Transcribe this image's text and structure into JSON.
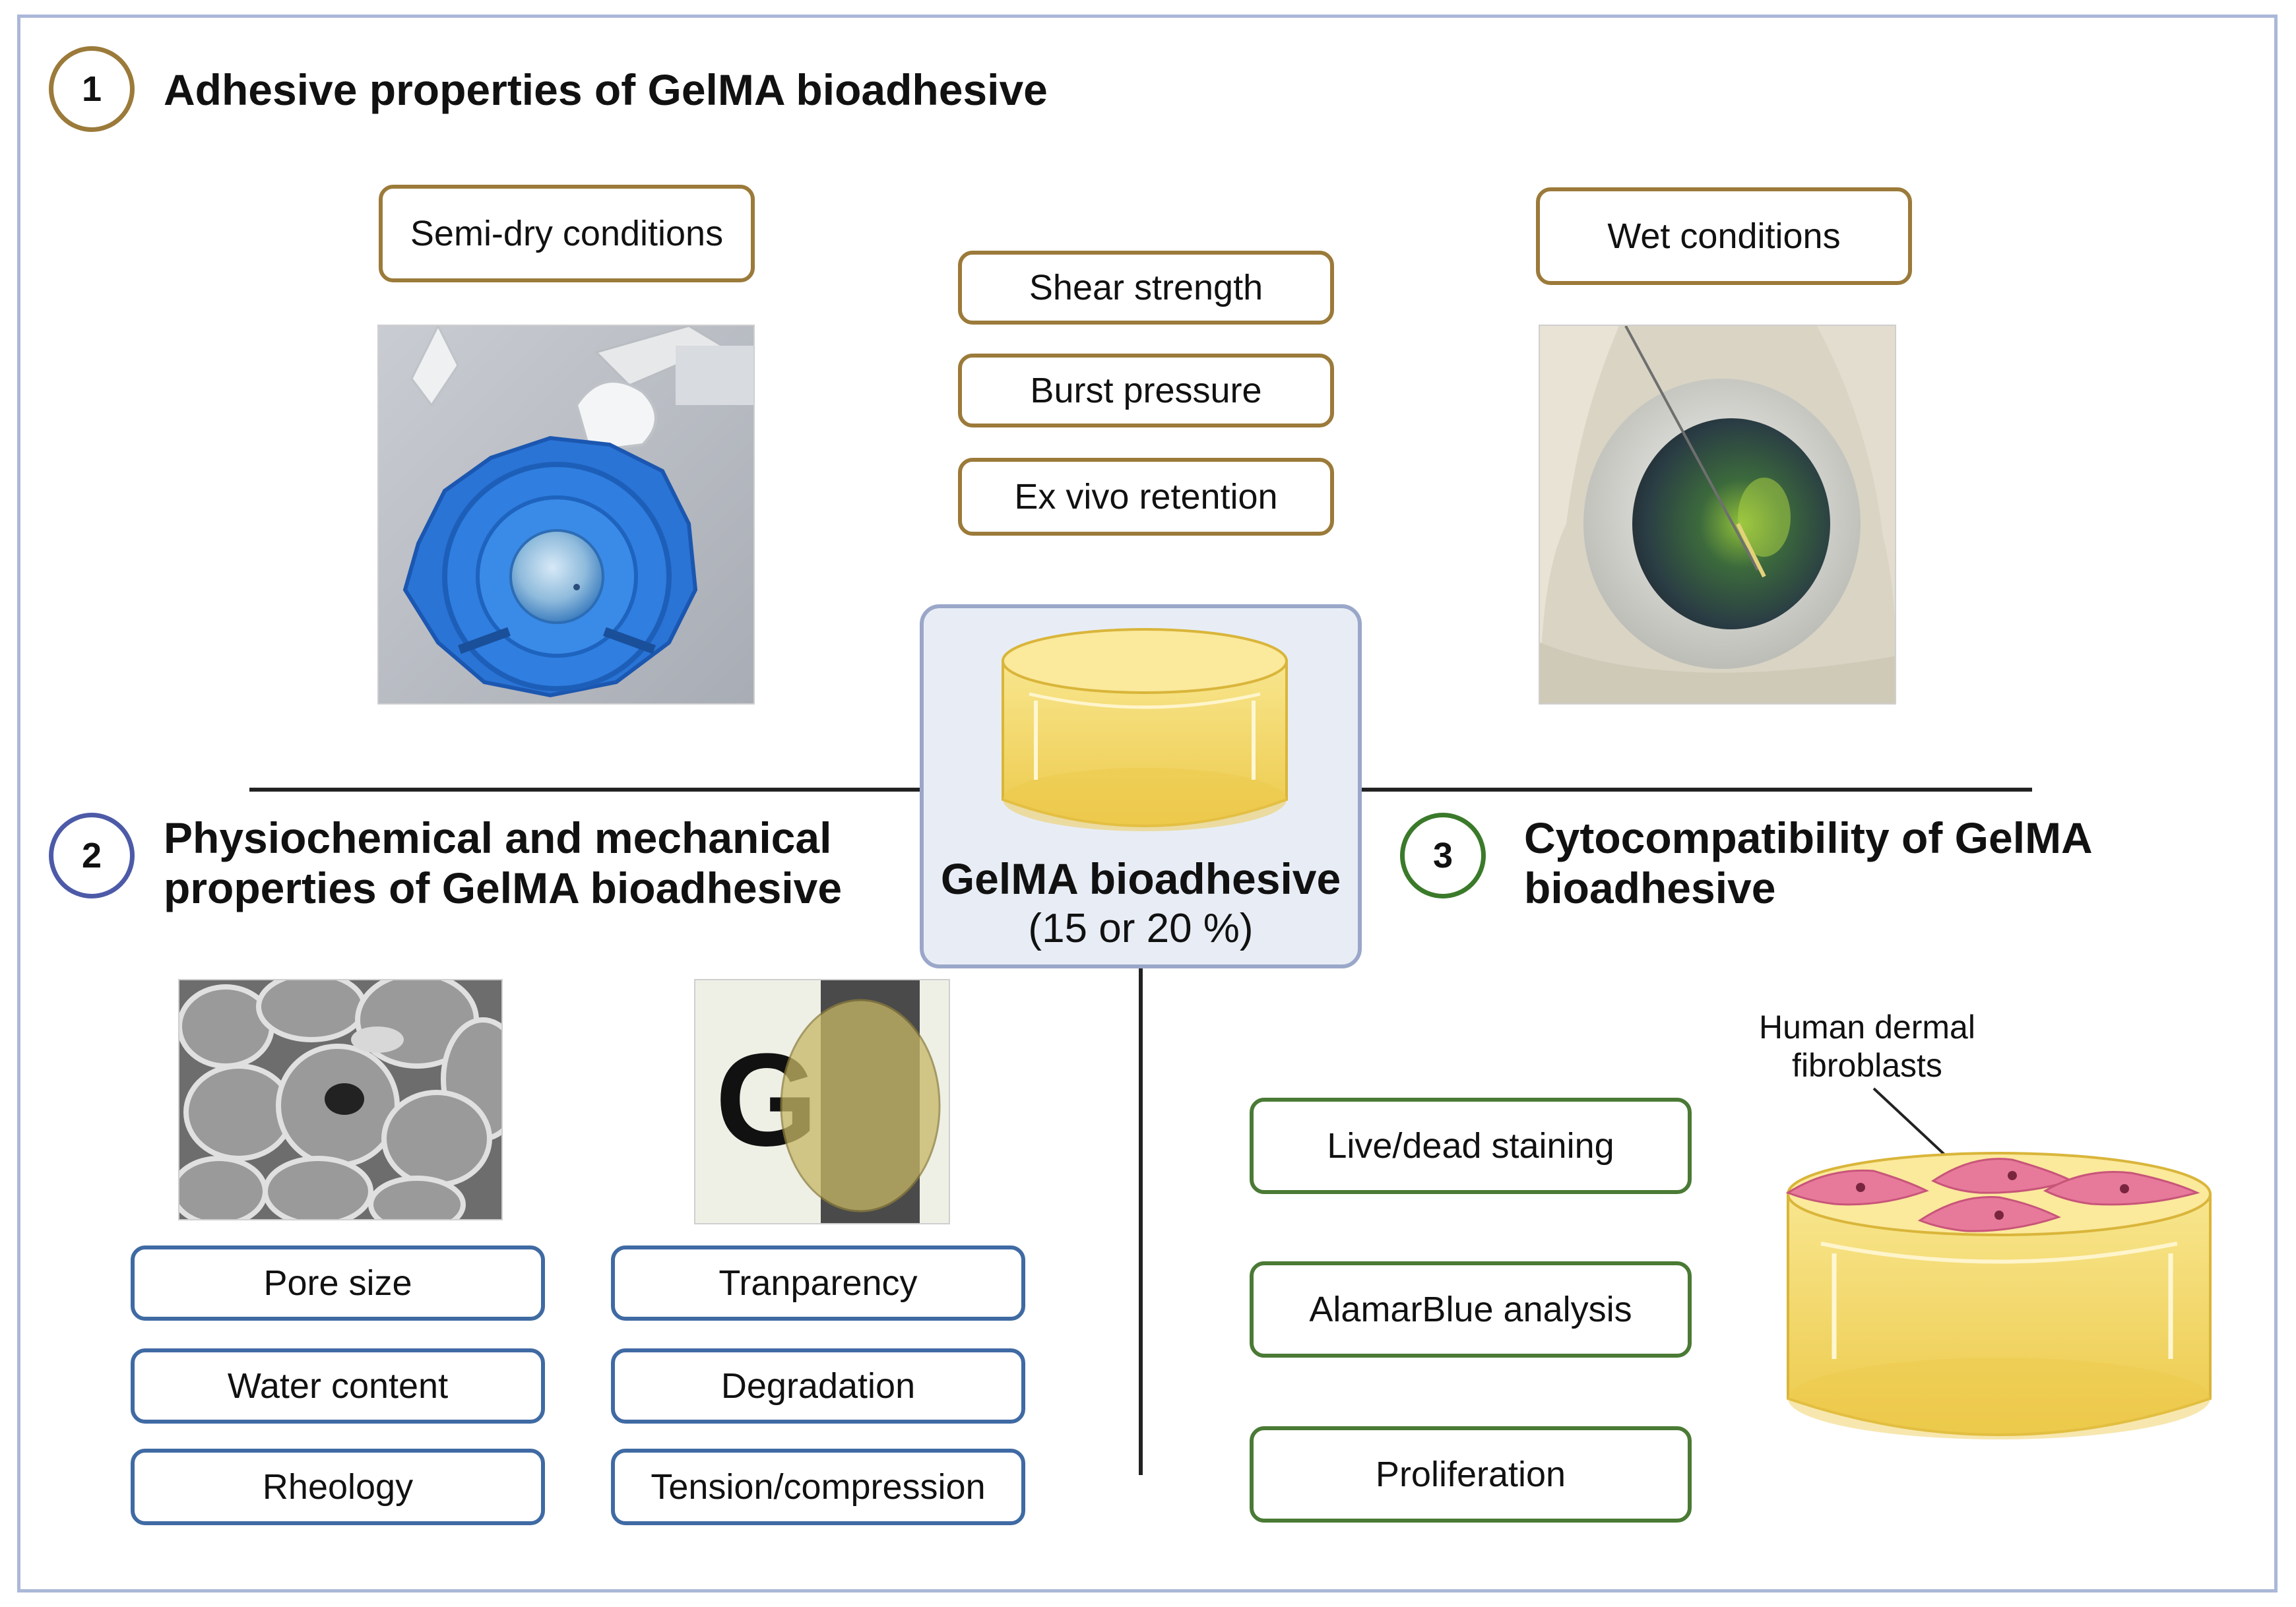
{
  "sections": {
    "s1": {
      "number": "1",
      "title": "Adhesive properties of GelMA bioadhesive"
    },
    "s2": {
      "number": "2",
      "title_line1": "Physiochemical and mechanical",
      "title_line2": "properties of GelMA bioadhesive"
    },
    "s3": {
      "number": "3",
      "title_line1": "Cytocompatibility of GelMA",
      "title_line2": "bioadhesive"
    }
  },
  "adhesive": {
    "semi_dry": "Semi-dry conditions",
    "wet": "Wet conditions",
    "tests": [
      "Shear strength",
      "Burst pressure",
      "Ex vivo retention"
    ]
  },
  "center": {
    "title": "GelMA bioadhesive",
    "subtitle": "(15 or 20 %)"
  },
  "physio": {
    "left": [
      "Pore size",
      "Water content",
      "Rheology"
    ],
    "right": [
      "Tranparency",
      "Degradation",
      "Tension/compression"
    ],
    "sample_letter": "G"
  },
  "cyto": {
    "tests": [
      "Live/dead staining",
      "AlamarBlue analysis",
      "Proliferation"
    ],
    "cell_label_line1": "Human dermal",
    "cell_label_line2": "fibroblasts"
  },
  "colors": {
    "gold": "#9b7a3a",
    "blue": "#3f6aa3",
    "green": "#4a7a35",
    "gel_yellow": "#f2d56a",
    "cell_pink": "#e77a9a"
  }
}
